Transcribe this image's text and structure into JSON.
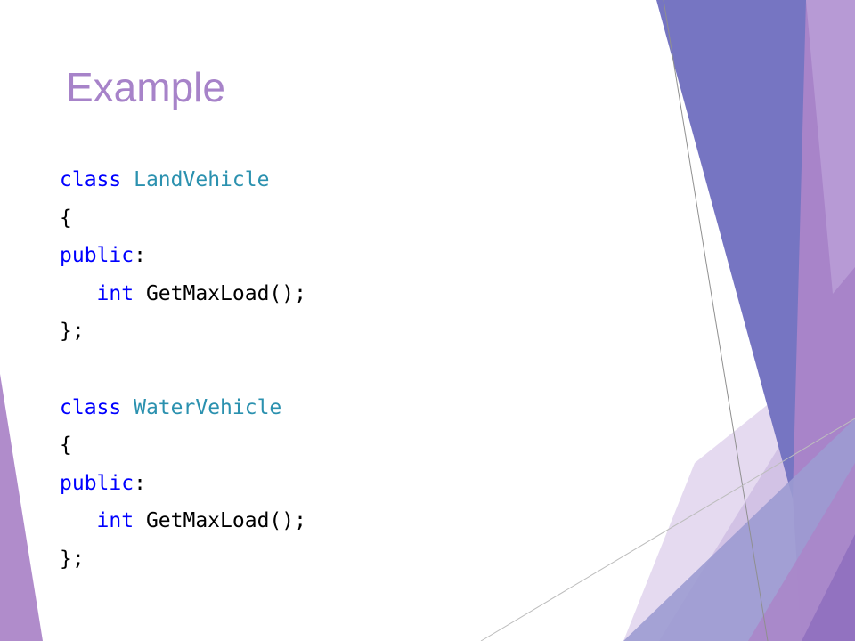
{
  "slide": {
    "title": "Example",
    "code_lines": [
      {
        "parts": [
          {
            "text": "class",
            "kind": "keyword"
          },
          {
            "text": " ",
            "kind": "plain"
          },
          {
            "text": "LandVehicle",
            "kind": "type"
          }
        ]
      },
      {
        "parts": [
          {
            "text": "{",
            "kind": "plain"
          }
        ]
      },
      {
        "parts": [
          {
            "text": "public",
            "kind": "keyword"
          },
          {
            "text": ":",
            "kind": "plain"
          }
        ]
      },
      {
        "parts": [
          {
            "text": "   ",
            "kind": "plain"
          },
          {
            "text": "int",
            "kind": "keyword"
          },
          {
            "text": " GetMaxLoad();",
            "kind": "plain"
          }
        ]
      },
      {
        "parts": [
          {
            "text": "};",
            "kind": "plain"
          }
        ]
      },
      {
        "parts": []
      },
      {
        "parts": [
          {
            "text": "class",
            "kind": "keyword"
          },
          {
            "text": " ",
            "kind": "plain"
          },
          {
            "text": "WaterVehicle",
            "kind": "type"
          }
        ]
      },
      {
        "parts": [
          {
            "text": "{",
            "kind": "plain"
          }
        ]
      },
      {
        "parts": [
          {
            "text": "public",
            "kind": "keyword"
          },
          {
            "text": ":",
            "kind": "plain"
          }
        ]
      },
      {
        "parts": [
          {
            "text": "   ",
            "kind": "plain"
          },
          {
            "text": "int",
            "kind": "keyword"
          },
          {
            "text": " GetMaxLoad();",
            "kind": "plain"
          }
        ]
      },
      {
        "parts": [
          {
            "text": "};",
            "kind": "plain"
          }
        ]
      }
    ]
  },
  "colors": {
    "title": "#A783C9",
    "keyword": "#0000FF",
    "type": "#2B91AF",
    "plain": "#000000",
    "accent_purple": "#A27FC6",
    "accent_indigo": "#6F6EC0",
    "accent_lavender": "#D9CBEA"
  }
}
